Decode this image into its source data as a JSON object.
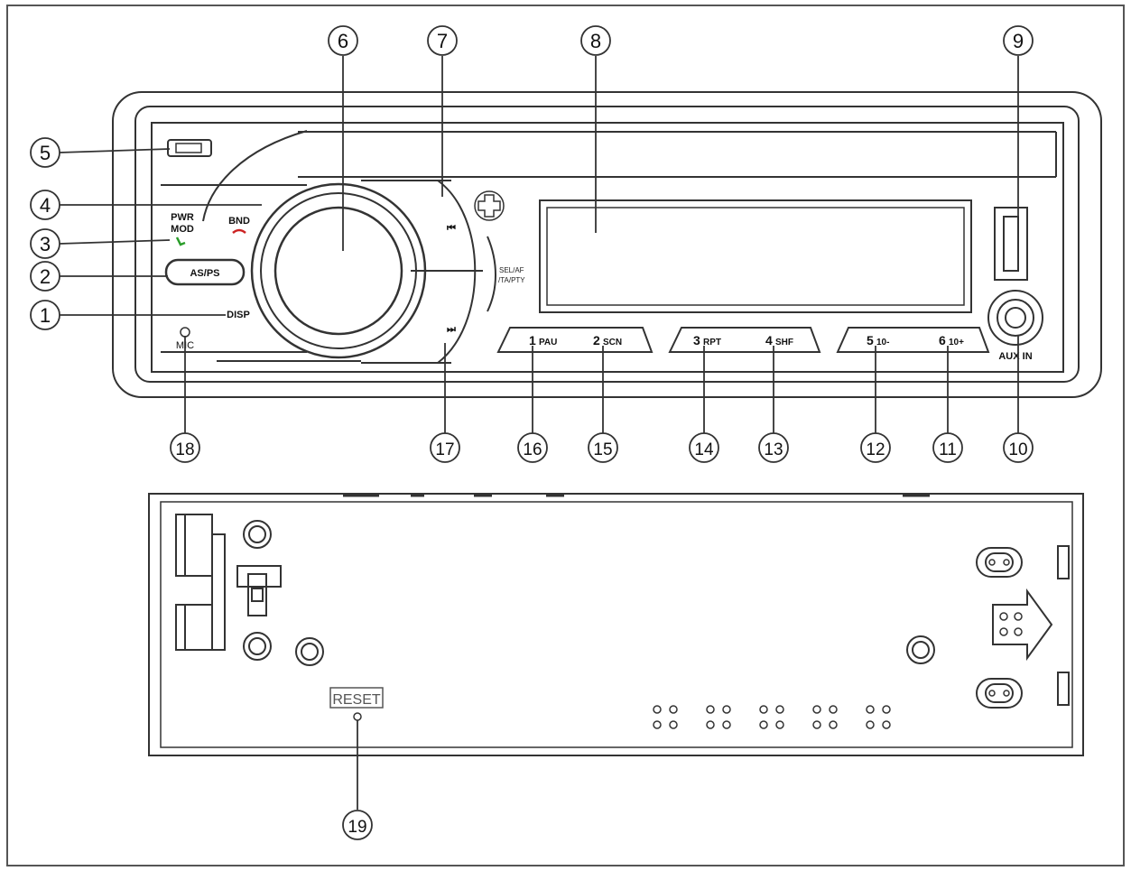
{
  "front_panel": {
    "pwr_label": "PWR",
    "mod_label": "MOD",
    "bnd_label": "BND",
    "as_ps_label": "AS/PS",
    "disp_label": "DISP",
    "mic_label": "MIC",
    "prev_track_glyph": "⏮",
    "next_track_glyph": "⏭",
    "sel_af_label": "SEL/AF",
    "ta_pty_label": "/TA/PTY",
    "aux_in_label": "AUX IN",
    "presets": [
      {
        "num": "1",
        "label": "PAU"
      },
      {
        "num": "2",
        "label": "SCN"
      },
      {
        "num": "3",
        "label": "RPT"
      },
      {
        "num": "4",
        "label": "SHF"
      },
      {
        "num": "5",
        "label": "10-"
      },
      {
        "num": "6",
        "label": "10+"
      }
    ]
  },
  "back_panel": {
    "reset_label": "RESET"
  },
  "callouts": [
    "1",
    "2",
    "3",
    "4",
    "5",
    "6",
    "7",
    "8",
    "9",
    "10",
    "11",
    "12",
    "13",
    "14",
    "15",
    "16",
    "17",
    "18",
    "19"
  ],
  "colors": {
    "line": "#333333",
    "pwr_icon": "#2a9d2a",
    "bnd_icon": "#cc2222"
  }
}
